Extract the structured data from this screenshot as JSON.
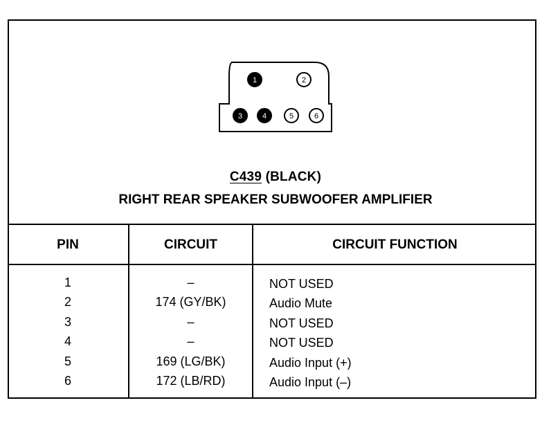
{
  "connector": {
    "code": "C439",
    "color_label": "(BLACK)",
    "description": "RIGHT REAR SPEAKER SUBWOOFER AMPLIFIER",
    "pins_in_view": [
      {
        "number": "1",
        "filled": true
      },
      {
        "number": "2",
        "filled": false
      },
      {
        "number": "3",
        "filled": true
      },
      {
        "number": "4",
        "filled": true
      },
      {
        "number": "5",
        "filled": false
      },
      {
        "number": "6",
        "filled": false
      }
    ]
  },
  "table": {
    "headers": {
      "pin": "PIN",
      "circuit": "CIRCUIT",
      "function": "CIRCUIT FUNCTION"
    },
    "rows": [
      {
        "pin": "1",
        "circuit": "–",
        "function": "NOT USED"
      },
      {
        "pin": "2",
        "circuit": "174 (GY/BK)",
        "function": "Audio Mute"
      },
      {
        "pin": "3",
        "circuit": "–",
        "function": "NOT USED"
      },
      {
        "pin": "4",
        "circuit": "–",
        "function": "NOT USED"
      },
      {
        "pin": "5",
        "circuit": "169 (LG/BK)",
        "function": "Audio Input (+)"
      },
      {
        "pin": "6",
        "circuit": "172 (LB/RD)",
        "function": "Audio Input (–)"
      }
    ]
  }
}
